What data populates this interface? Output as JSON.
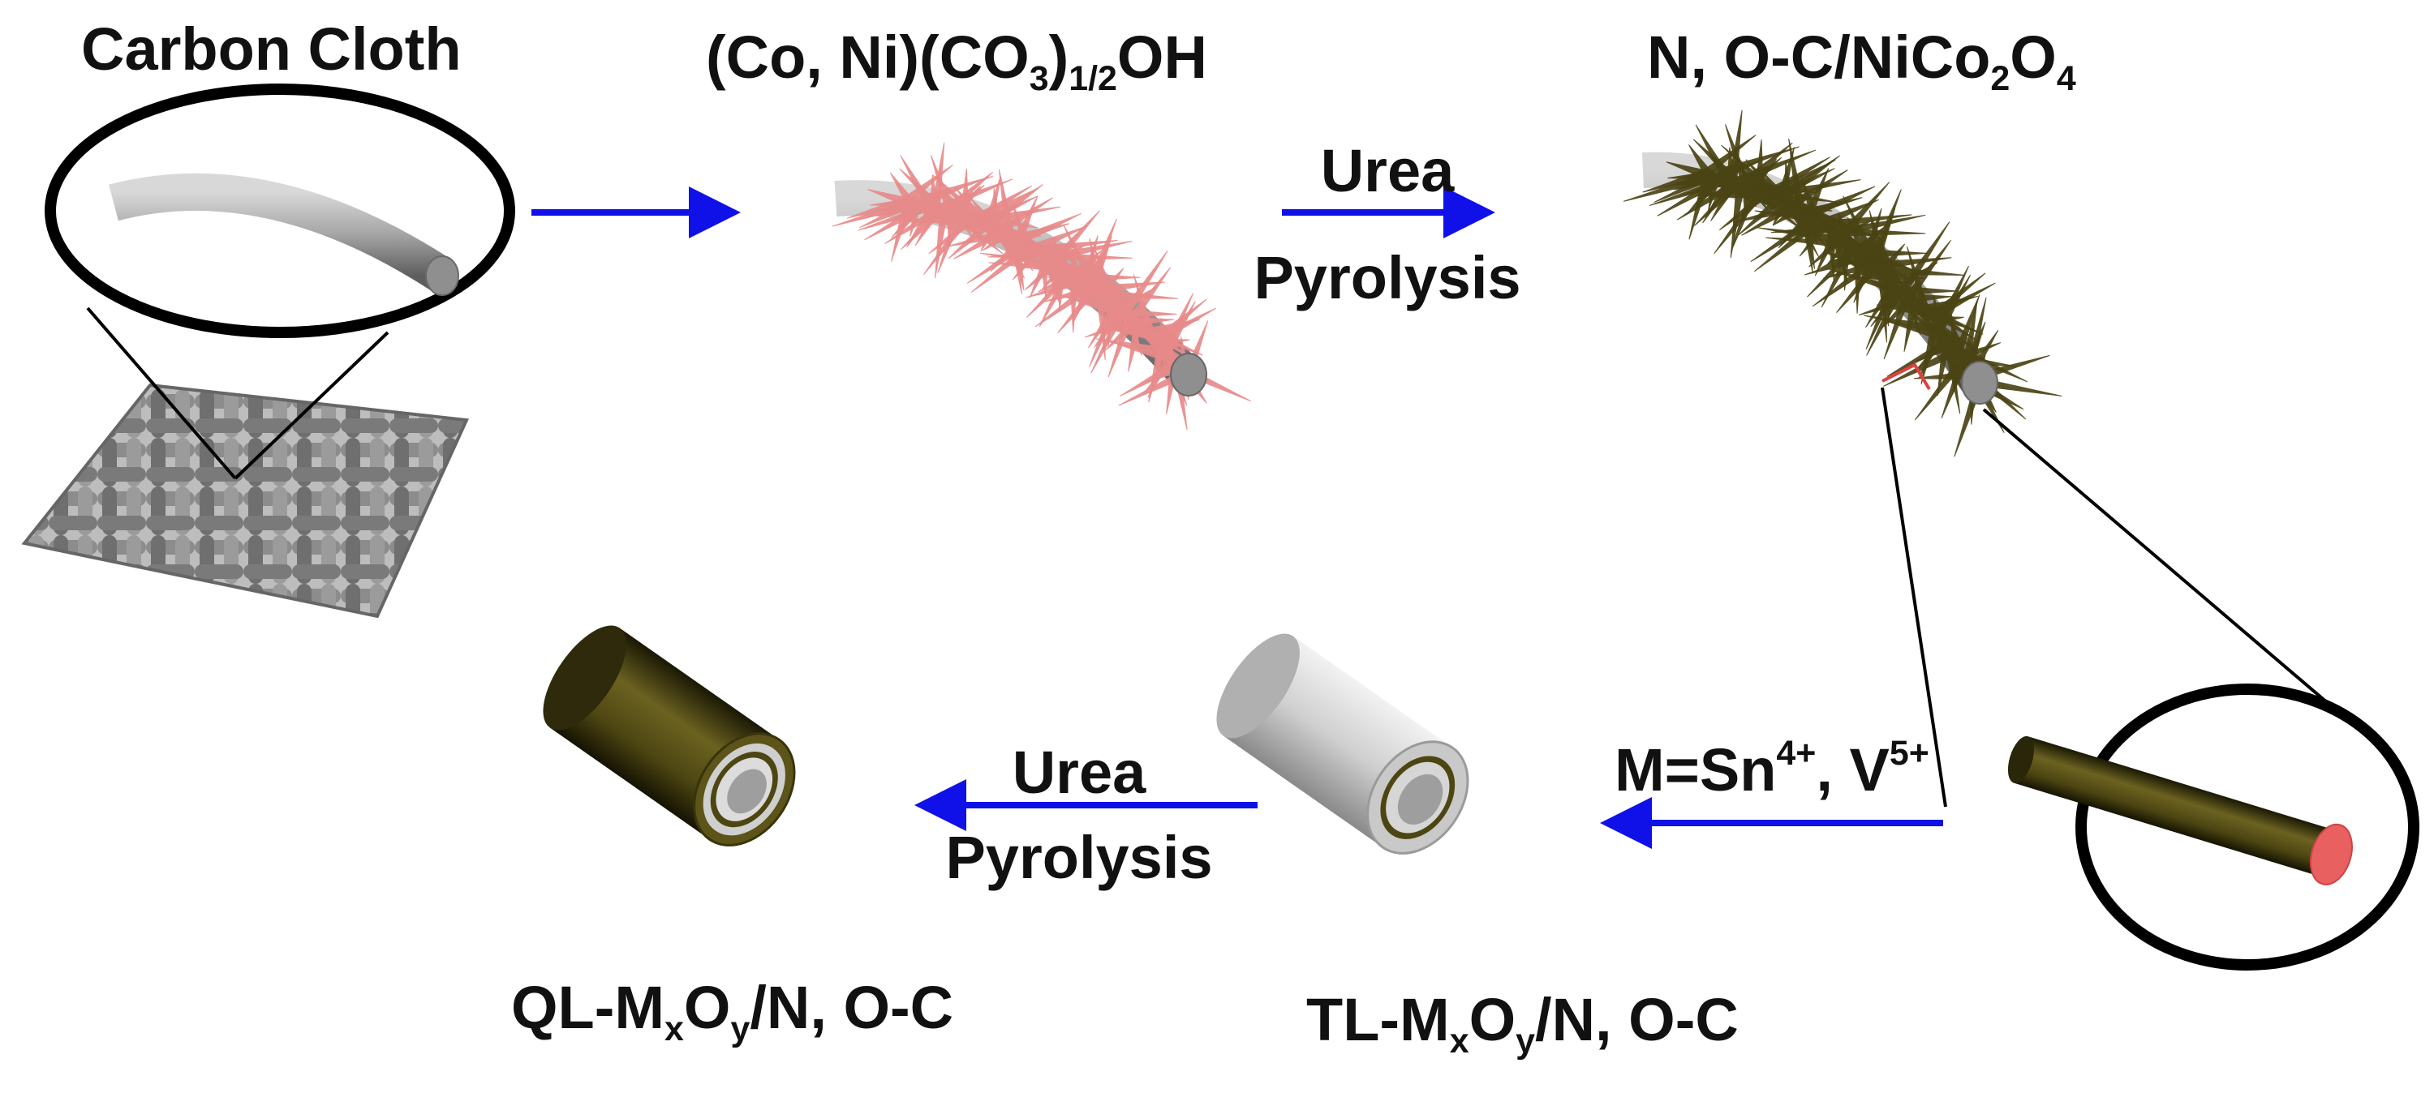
{
  "labels": {
    "carbon_cloth": "Carbon Cloth",
    "precursor": {
      "pre": "(Co, Ni)(CO",
      "sub1": "3",
      "mid": ")",
      "sub2": "1/2",
      "post": "OH"
    },
    "nico": {
      "pre": "N, O-C/NiCo",
      "sub1": "2",
      "mid": "O",
      "sub2": "4"
    },
    "step1": {
      "line1": "Urea",
      "line2": "Pyrolysis"
    },
    "step_m": {
      "pre": "M=Sn",
      "sup1": "4+",
      "mid": ", V",
      "sup2": "5+"
    },
    "step3": {
      "line1": "Urea",
      "line2": "Pyrolysis"
    },
    "tl": {
      "pre": "TL-M",
      "sub1": "x",
      "mid": "O",
      "sub2": "y",
      "post": "/N, O-C"
    },
    "ql": {
      "pre": "QL-M",
      "sub1": "x",
      "mid": "O",
      "sub2": "y",
      "post": "/N, O-C"
    }
  },
  "colors": {
    "arrow": "#1010e8",
    "fiber_gray": "#9a9a9a",
    "needle_pink": "#e88a8a",
    "needle_olive": "#4a4414",
    "olive": "#4d4612",
    "core_red": "#e86060",
    "tube_gray": "#c8c8c8"
  }
}
